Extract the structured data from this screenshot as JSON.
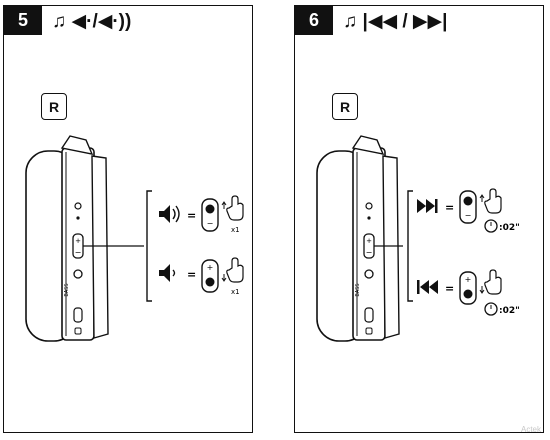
{
  "panels": [
    {
      "step": "5",
      "title_glyphs": "♫ ◀·/◀·))",
      "side_badge": "R",
      "button_label": "BASS",
      "actions": [
        {
          "icon": "volume-up",
          "symbol": "◀))",
          "equals": "=",
          "count": "x1"
        },
        {
          "icon": "volume-down",
          "symbol": "◀·",
          "equals": "=",
          "count": "x1"
        }
      ]
    },
    {
      "step": "6",
      "title_glyphs": "♫ |◀◀ / ▶▶|",
      "side_badge": "R",
      "button_label": "BASS",
      "actions": [
        {
          "icon": "next-track",
          "symbol": "▶▶|",
          "equals": "=",
          "duration": ":02\""
        },
        {
          "icon": "previous-track",
          "symbol": "|◀◀",
          "equals": "=",
          "duration": ":02\""
        }
      ]
    }
  ],
  "watermark": "Actek"
}
